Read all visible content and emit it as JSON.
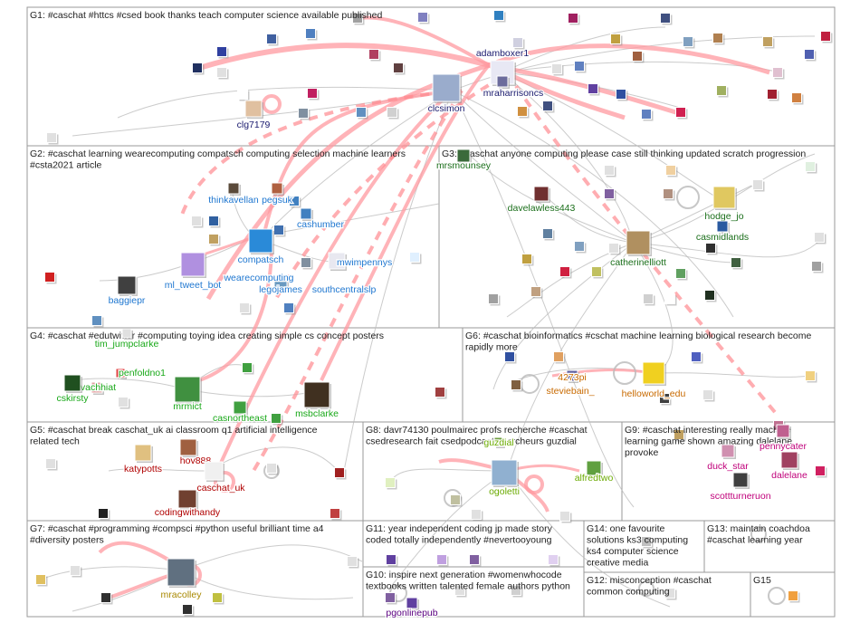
{
  "graph": {
    "groups": [
      {
        "id": "G1",
        "label_lines": [
          "G1: #caschat #httcs #csed book thanks teach computer science available published"
        ],
        "color": "#1a1a6e"
      },
      {
        "id": "G2",
        "label_lines": [
          "G2: #caschat learning wearecomputing compatsch computing selection machine learners",
          "#csta2021 article"
        ],
        "color": "#1f77d0"
      },
      {
        "id": "G3",
        "label_lines": [
          "G3: #caschat anyone computing please case still thinking updated scratch progression"
        ],
        "color": "#1a6e1a"
      },
      {
        "id": "G4",
        "label_lines": [
          "G4: #caschat #edutwitter #computing toying idea creating simple cs concept posters"
        ],
        "color": "#18a818"
      },
      {
        "id": "G6",
        "label_lines": [
          "G6: #caschat bioinformatics #cschat machine learning biological research become",
          "rapidly more"
        ],
        "color": "#c86a00"
      },
      {
        "id": "G5",
        "label_lines": [
          "G5: #caschat break caschat_uk ai classroom q1 artificial intelligence",
          "related tech"
        ],
        "color": "#b00000"
      },
      {
        "id": "G8",
        "label_lines": [
          "G8: davr74130 poulmairec profs recherche #caschat",
          "csedresearch fait csedpodcast chercheurs guzdial"
        ],
        "color": "#6aaa00"
      },
      {
        "id": "G9",
        "label_lines": [
          "G9: #caschat interesting really machine",
          "learning game shown amazing dalelane",
          "provoke"
        ],
        "color": "#c0007a"
      },
      {
        "id": "G7",
        "label_lines": [
          "G7: #caschat #programming #compsci #python useful brilliant time a4",
          "#diversity posters"
        ],
        "color": "#a88800"
      },
      {
        "id": "G11",
        "label_lines": [
          "G11: year independent coding jp made story",
          "coded totally independently #nevertooyoung"
        ],
        "color": "#333333"
      },
      {
        "id": "G14",
        "label_lines": [
          "G14: one favourite",
          "solutions ks3 computing",
          "ks4 computer science",
          "creative media"
        ],
        "color": "#333333"
      },
      {
        "id": "G13",
        "label_lines": [
          "G13: maintain coachdoa",
          "#caschat learning year"
        ],
        "color": "#333333"
      },
      {
        "id": "G10",
        "label_lines": [
          "G10: inspire next generation #womenwhocode",
          "textbooks written talented female authors python"
        ],
        "color": "#5a0080"
      },
      {
        "id": "G12",
        "label_lines": [
          "G12: misconception #caschat",
          "common computing"
        ],
        "color": "#333333"
      },
      {
        "id": "G15",
        "label_lines": [
          "G15"
        ],
        "color": "#333333"
      }
    ],
    "vertices": [
      {
        "label": "adamboxer1",
        "color": "#1a1a6e"
      },
      {
        "label": "mraharrisoncs",
        "color": "#1a1a6e"
      },
      {
        "label": "clcsimon",
        "color": "#1a1a6e"
      },
      {
        "label": "clg7179",
        "color": "#1a1a6e"
      },
      {
        "label": "thinkavellan",
        "color": "#1f77d0"
      },
      {
        "label": "pegsuk",
        "color": "#1f77d0"
      },
      {
        "label": "cashumber",
        "color": "#1f77d0"
      },
      {
        "label": "compatsch",
        "color": "#1f77d0"
      },
      {
        "label": "mwimpennys",
        "color": "#1f77d0"
      },
      {
        "label": "ml_tweet_bot",
        "color": "#1f77d0"
      },
      {
        "label": "baggiepr",
        "color": "#1f77d0"
      },
      {
        "label": "legojames",
        "color": "#1f77d0"
      },
      {
        "label": "southcentralslp",
        "color": "#1f77d0"
      },
      {
        "label": "wearecomputing",
        "color": "#1f77d0"
      },
      {
        "label": "mrsmounsey",
        "color": "#1a6e1a"
      },
      {
        "label": "davelawless443",
        "color": "#1a6e1a"
      },
      {
        "label": "hodge_jo",
        "color": "#1a6e1a"
      },
      {
        "label": "casmidlands",
        "color": "#1a6e1a"
      },
      {
        "label": "catherinelliott",
        "color": "#1a6e1a"
      },
      {
        "label": "tim_jumpclarke",
        "color": "#18a818"
      },
      {
        "label": "penfoldno1",
        "color": "#18a818"
      },
      {
        "label": "fvachhiat",
        "color": "#18a818"
      },
      {
        "label": "cskirsty",
        "color": "#18a818"
      },
      {
        "label": "mrmict",
        "color": "#18a818"
      },
      {
        "label": "casnortheast",
        "color": "#18a818"
      },
      {
        "label": "msbclarke",
        "color": "#18a818"
      },
      {
        "label": "4273pi",
        "color": "#c86a00"
      },
      {
        "label": "steviebain_",
        "color": "#c86a00"
      },
      {
        "label": "helloworld_edu",
        "color": "#c86a00"
      },
      {
        "label": "katypotts",
        "color": "#b00000"
      },
      {
        "label": "hov888",
        "color": "#b00000"
      },
      {
        "label": "caschat_uk",
        "color": "#b00000"
      },
      {
        "label": "codingwithandy",
        "color": "#b00000"
      },
      {
        "label": "guzdial",
        "color": "#6aaa00"
      },
      {
        "label": "ogoletti",
        "color": "#6aaa00"
      },
      {
        "label": "alfredtwo",
        "color": "#6aaa00"
      },
      {
        "label": "pennycater",
        "color": "#c0007a"
      },
      {
        "label": "duck_star",
        "color": "#c0007a"
      },
      {
        "label": "dalelane",
        "color": "#c0007a"
      },
      {
        "label": "scottturneruon",
        "color": "#c0007a"
      },
      {
        "label": "mracolley",
        "color": "#a88800"
      },
      {
        "label": "pgonlinepub",
        "color": "#5a0080"
      }
    ]
  }
}
